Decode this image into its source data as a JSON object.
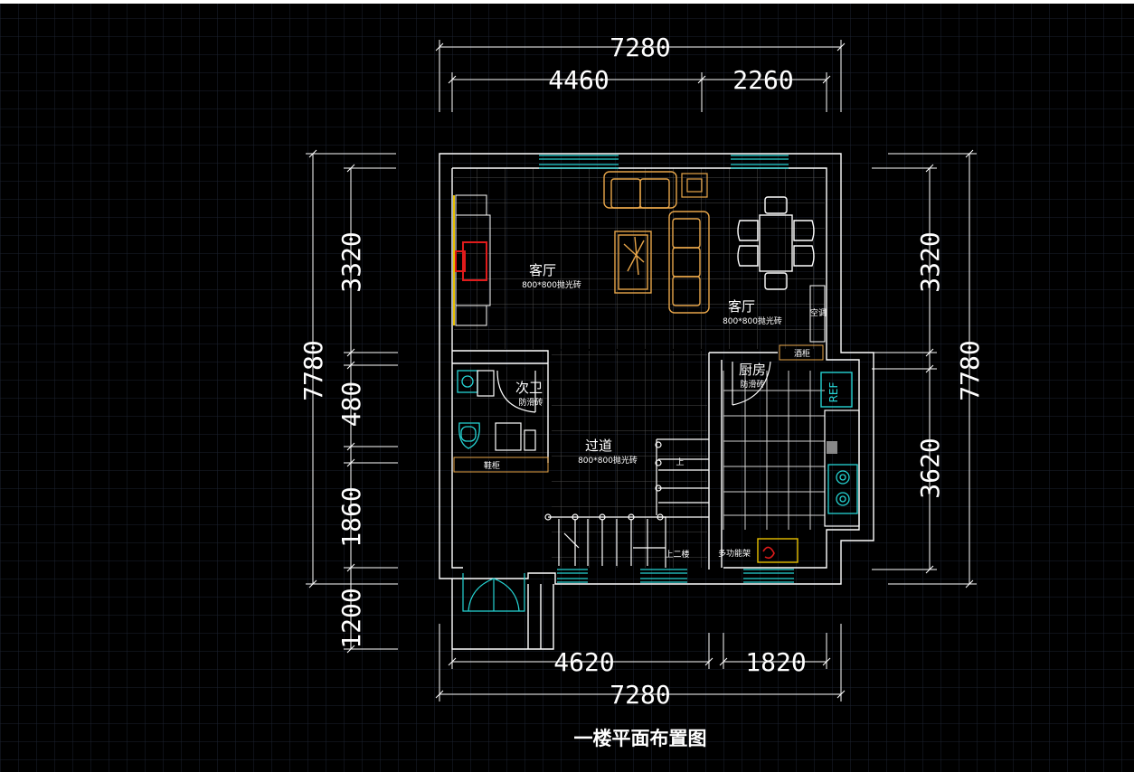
{
  "drawing": {
    "title": "一楼平面布置图",
    "colors": {
      "background": "#000000",
      "grid": "#1c2230",
      "wall": "#ffffff",
      "dimension": "#ffffff",
      "furniture": "#e8a64a",
      "window": "#25d4d4",
      "accent_red": "#e01b1b",
      "tile_grid": "#5a5a5a"
    }
  },
  "dimensions": {
    "top_total": "7280",
    "top_left": "4460",
    "top_right": "2260",
    "bottom_left": "4620",
    "bottom_right": "1820",
    "bottom_total": "7280",
    "left_top": "3320",
    "left_mid1": "480",
    "left_mid2": "1860",
    "left_bottom": "1200",
    "left_total": "7780",
    "right_top": "3320",
    "right_bottom": "3620",
    "right_total": "7780"
  },
  "rooms": {
    "living_room_1": {
      "name": "客厅",
      "finish": "800*800抛光砖"
    },
    "living_room_2": {
      "name": "客厅",
      "finish": "800*800抛光砖"
    },
    "second_bath": {
      "name": "次卫",
      "finish": "防滑砖"
    },
    "kitchen": {
      "name": "厨房",
      "finish": "防滑砖"
    },
    "corridor": {
      "name": "过道",
      "finish": "800*800抛光砖"
    }
  },
  "labels": {
    "aircon": "空调",
    "wine_cabinet": "酒柜",
    "shoe_cabinet": "鞋柜",
    "stair_up": "上",
    "to_second_floor": "上二楼",
    "multi_shelf": "多功能架",
    "fridge": "REF"
  }
}
